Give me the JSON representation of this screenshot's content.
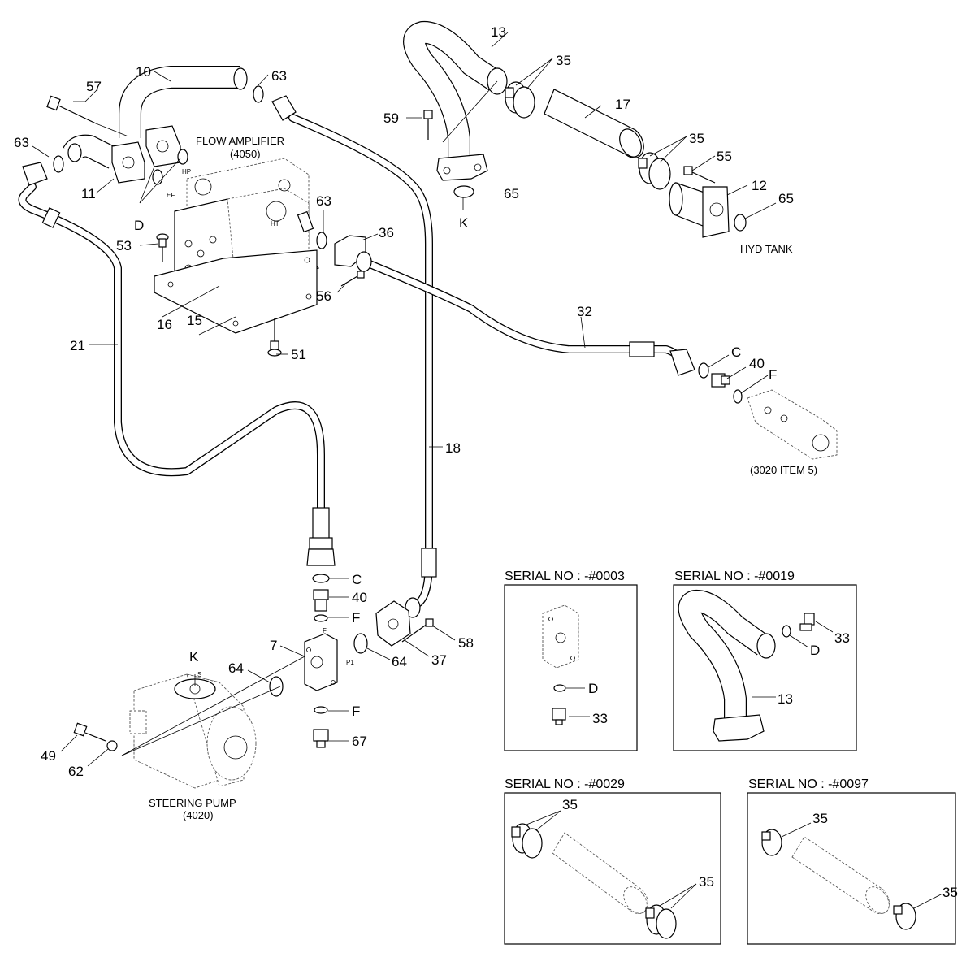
{
  "labels": {
    "p10": "10",
    "p57": "57",
    "p63a": "63",
    "p63b": "63",
    "p63c": "63",
    "p11": "11",
    "pD": "D",
    "p53": "53",
    "p16": "16",
    "p15": "15",
    "p51": "51",
    "p21": "21",
    "p36": "36",
    "p56": "56",
    "p13": "13",
    "p35a": "35",
    "p59": "59",
    "pK": "K",
    "p65a": "65",
    "p17": "17",
    "p35b": "35",
    "p55": "55",
    "p12": "12",
    "p65b": "65",
    "p32": "32",
    "pC": "C",
    "p40": "40",
    "pF": "F",
    "p18": "18",
    "pC2": "C",
    "p40b": "40",
    "pF2": "F",
    "p7": "7",
    "p64a": "64",
    "p64b": "64",
    "p37": "37",
    "p58": "58",
    "pK2": "K",
    "pF3": "F",
    "p67": "67",
    "p49": "49",
    "p62": "62",
    "s1_D": "D",
    "s1_33": "33",
    "s2_D": "D",
    "s2_33": "33",
    "s2_13": "13",
    "s3_35a": "35",
    "s3_35b": "35",
    "s4_35a": "35",
    "s4_35b": "35"
  },
  "captions": {
    "flow_amp_1": "FLOW AMPLIFIER",
    "flow_amp_2": "(4050)",
    "hyd_tank": "HYD TANK",
    "item3020": "(3020 ITEM 5)",
    "steer_1": "STEERING PUMP",
    "steer_2": "(4020)"
  },
  "port_marks": {
    "hp": "HP",
    "ef": "EF",
    "ht": "HT",
    "f": "F",
    "p1": "P1",
    "s": "S"
  },
  "insets": [
    {
      "title": "SERIAL NO : -#0003"
    },
    {
      "title": "SERIAL NO : -#0019"
    },
    {
      "title": "SERIAL NO : -#0029"
    },
    {
      "title": "SERIAL NO : -#0097"
    }
  ]
}
